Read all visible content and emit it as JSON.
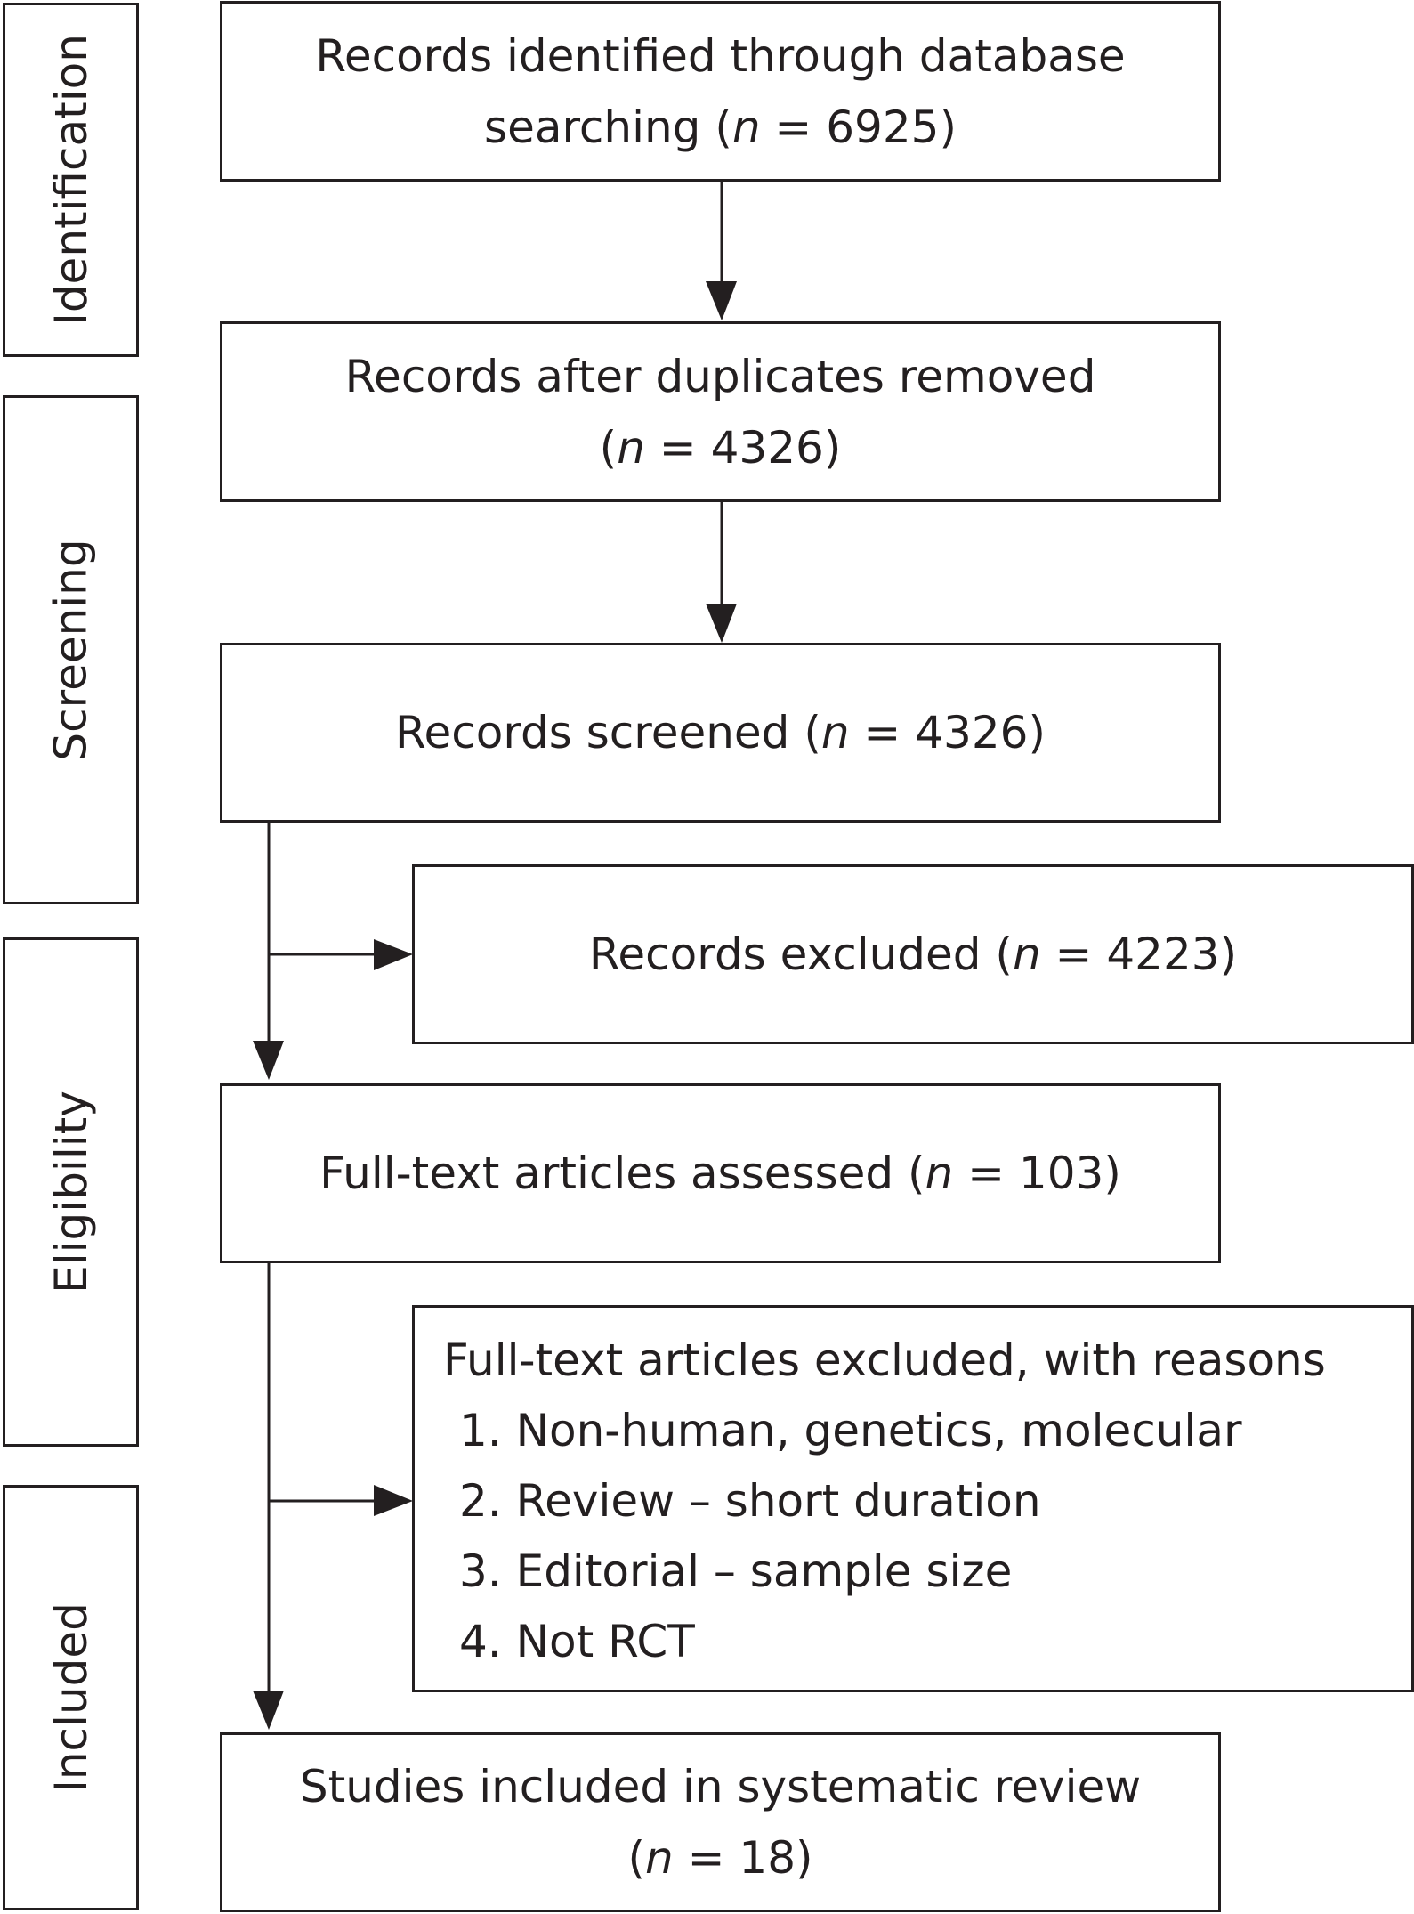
{
  "stages": [
    {
      "id": "identification",
      "label": "Identification"
    },
    {
      "id": "screening",
      "label": "Screening"
    },
    {
      "id": "eligibility",
      "label": "Eligibility"
    },
    {
      "id": "included",
      "label": "Included"
    }
  ],
  "boxes": {
    "identified": {
      "line1": "Records identified through database",
      "line2_prefix": "searching (",
      "n_symbol": "n",
      "line2_suffix": " = 6925)"
    },
    "deduplicated": {
      "line1": "Records after duplicates removed",
      "line2_prefix": "(",
      "n_symbol": "n",
      "line2_suffix": " = 4326)"
    },
    "screened": {
      "prefix": "Records screened (",
      "n_symbol": "n",
      "suffix": " = 4326)"
    },
    "excluded_records": {
      "prefix": "Records excluded (",
      "n_symbol": "n",
      "suffix": " = 4223)"
    },
    "assessed": {
      "prefix": "Full-text articles assessed (",
      "n_symbol": "n",
      "suffix": " = 103)"
    },
    "excluded_fulltext": {
      "heading": "Full-text articles excluded, with reasons",
      "reasons": [
        "1. Non-human, genetics, molecular",
        "2. Review – short duration",
        "3. Editorial – sample size",
        "4. Not RCT"
      ]
    },
    "included": {
      "line1": "Studies included in systematic review",
      "line2_prefix": "(",
      "n_symbol": "n",
      "line2_suffix": " = 18)"
    }
  }
}
